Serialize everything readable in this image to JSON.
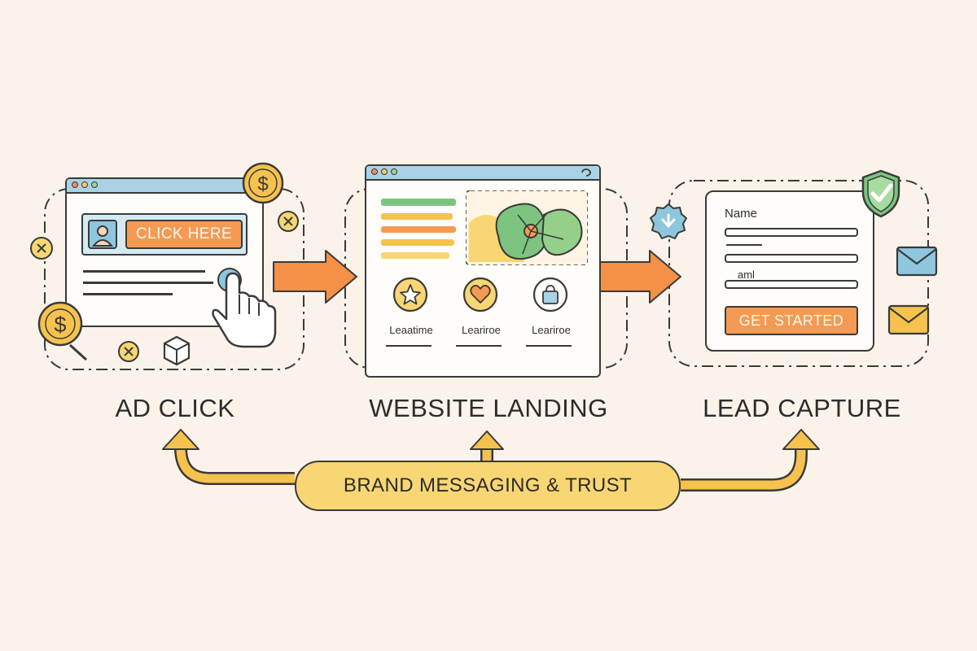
{
  "steps": {
    "ad_click": {
      "label": "AD CLICK",
      "button_label": "CLICK HERE",
      "icons": [
        "user-icon",
        "dollar-coin-icon",
        "pointer-hand-icon",
        "scissors-icon"
      ]
    },
    "website_landing": {
      "label": "WEBSITE LANDING",
      "features": [
        {
          "icon": "star-icon",
          "caption": "Leaatime"
        },
        {
          "icon": "heart-icon",
          "caption": "Leariroe"
        },
        {
          "icon": "bag-icon",
          "caption": "Leariroe"
        }
      ],
      "image_icon": "leaf-icon"
    },
    "lead_capture": {
      "label": "LEAD CAPTURE",
      "field_name_label": "Name",
      "email_hint": "aml",
      "button_label": "GET STARTED",
      "icons": [
        "shield-check-icon",
        "envelope-icon",
        "checkmark-badge-icon"
      ]
    }
  },
  "banner": {
    "label": "BRAND MESSAGING & TRUST"
  },
  "colors": {
    "background": "#fbf3e9",
    "orange": "#f59a52",
    "yellow": "#f8d673",
    "blue": "#a9d3e4",
    "green": "#7cc47f"
  }
}
